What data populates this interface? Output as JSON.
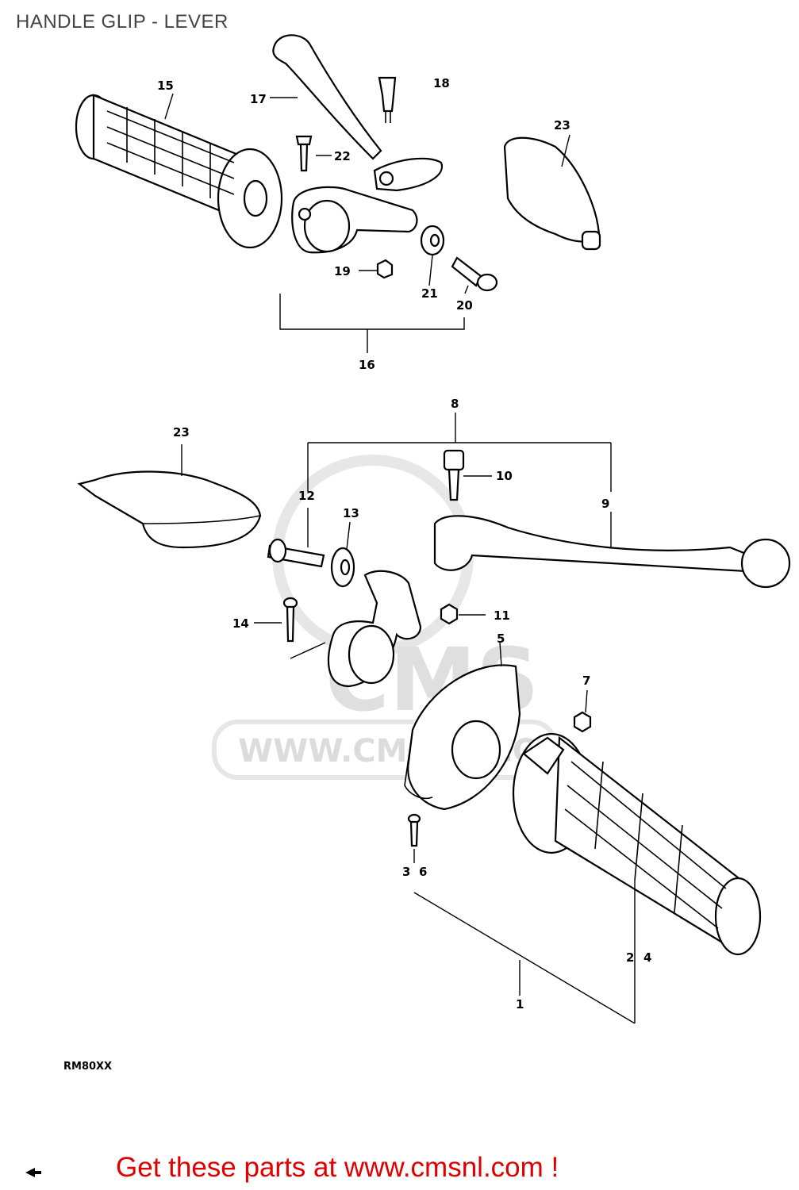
{
  "title": "HANDLE GLIP - LEVER",
  "drawing_code": "RM80XX",
  "watermark": {
    "brand": "CMS",
    "url_text": "WWW.CMSNL.COM"
  },
  "footer_text": "Get these parts at www.cmsnl.com !",
  "footer_color": "#e00000",
  "callouts": {
    "p1": "1",
    "p2": "2",
    "p3": "3",
    "p4": "4",
    "p5": "5",
    "p6": "6",
    "p7": "7",
    "p8": "8",
    "p9": "9",
    "p10": "10",
    "p11": "11",
    "p12": "12",
    "p13": "13",
    "p14": "14",
    "p15": "15",
    "p16": "16",
    "p17": "17",
    "p18": "18",
    "p19": "19",
    "p20": "20",
    "p21": "21",
    "p22": "22",
    "p23a": "23",
    "p23b": "23"
  }
}
